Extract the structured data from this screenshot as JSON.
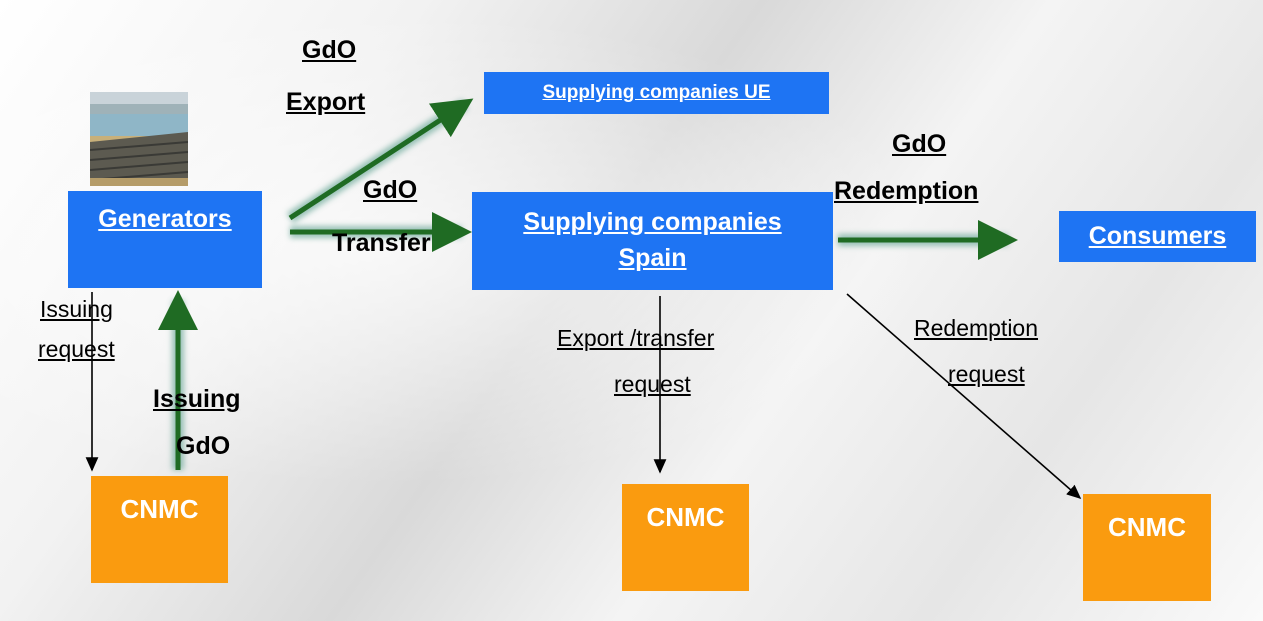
{
  "nodes": {
    "generators": "Generators",
    "supplying_ue": "Supplying companies UE",
    "supplying_spain_line1": "Supplying companies",
    "supplying_spain_line2": "Spain",
    "consumers": "Consumers",
    "cnmc_1": "CNMC",
    "cnmc_2": "CNMC",
    "cnmc_3": "CNMC"
  },
  "labels": {
    "gdo_export_1": "GdO",
    "gdo_export_2": "Export",
    "gdo_transfer_1": "GdO",
    "gdo_transfer_2": "Transfer",
    "gdo_redemption_1": "GdO",
    "gdo_redemption_2": "Redemption",
    "issuing_request_1": "Issuing",
    "issuing_request_2": "request",
    "issuing_gdo_1": "Issuing",
    "issuing_gdo_2": "GdO",
    "export_transfer_request_1": "Export /transfer",
    "export_transfer_request_2": "request",
    "redemption_request_1": "Redemption",
    "redemption_request_2": "request"
  },
  "colors": {
    "blue_box": "#1e74f3",
    "orange_box": "#fa9b0f",
    "green_arrow": "#1f6b23"
  }
}
